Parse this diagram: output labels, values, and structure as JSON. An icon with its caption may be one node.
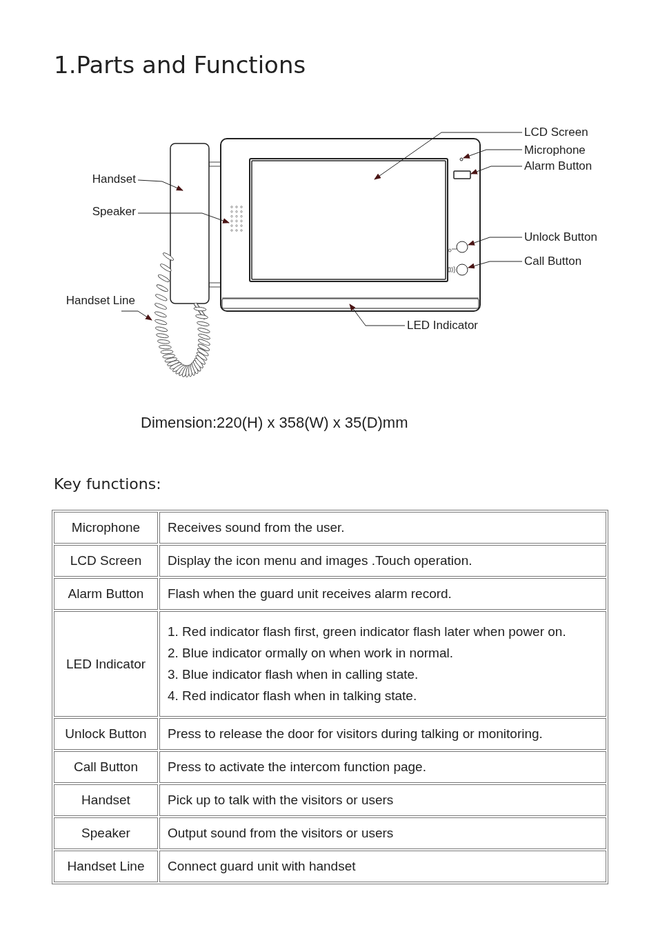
{
  "diagram": {
    "title": "1.Parts and Functions",
    "nodes": [
      {
        "text": [
          "LCD Screen"
        ]
      },
      {
        "text": [
          "Microphone"
        ]
      },
      {
        "text": [
          "Alarm Button"
        ]
      },
      {
        "text": [
          "Handset"
        ]
      },
      {
        "text": [
          "Speaker"
        ]
      },
      {
        "text": [
          "Unlock Button"
        ]
      },
      {
        "text": [
          "Call Button"
        ]
      },
      {
        "text": [
          "Handset Line"
        ]
      },
      {
        "text": [
          "LED Indicator"
        ]
      },
      {
        "text": [],
        "shape": "box"
      },
      {
        "text": [],
        "shape": "circle"
      },
      {
        "text": [],
        "shape": "box"
      },
      {
        "text": [],
        "shape": "box"
      },
      {
        "text": [],
        "shape": "grille"
      },
      {
        "text": [],
        "shape": "circle"
      },
      {
        "text": [],
        "shape": "circle"
      },
      {
        "text": [],
        "shape": "coil"
      },
      {
        "text": [],
        "shape": "bar"
      }
    ],
    "edges": [
      {
        "from": 0,
        "to": 9,
        "arrow": "to"
      },
      {
        "from": 1,
        "to": 10,
        "arrow": "to"
      },
      {
        "from": 2,
        "to": 11,
        "arrow": "to"
      },
      {
        "from": 3,
        "to": 12,
        "arrow": "to"
      },
      {
        "from": 4,
        "to": 13,
        "arrow": "to"
      },
      {
        "from": 5,
        "to": 14,
        "arrow": "to"
      },
      {
        "from": 6,
        "to": 15,
        "arrow": "to"
      },
      {
        "from": 7,
        "to": 16,
        "arrow": "to"
      },
      {
        "from": 8,
        "to": 17,
        "arrow": "to"
      }
    ],
    "labels": [
      "Dimension:220(H) x 358(W) x 35(D)mm",
      "Key functions:",
      "Microphone",
      "Receives sound from the user.",
      "LCD Screen",
      "Display the icon menu and images .Touch operation.",
      "Alarm Button",
      "Flash when the guard unit receives alarm record.",
      "LED Indicator",
      "1. Red indicator flash first, green indicator flash later when power on.",
      "2. Blue indicator ormally on when work in normal.",
      "3. Blue indicator flash when in calling state.",
      "4. Red indicator flash when in talking state.",
      "Unlock Button",
      "Press to release the door for visitors during talking or monitoring.",
      "Call Button",
      "Press to activate the intercom function page.",
      "Handset",
      "Pick up to talk with the visitors or users",
      "Speaker",
      "Output sound from the visitors or users",
      "Handset Line",
      "Connect guard unit with handset"
    ]
  }
}
